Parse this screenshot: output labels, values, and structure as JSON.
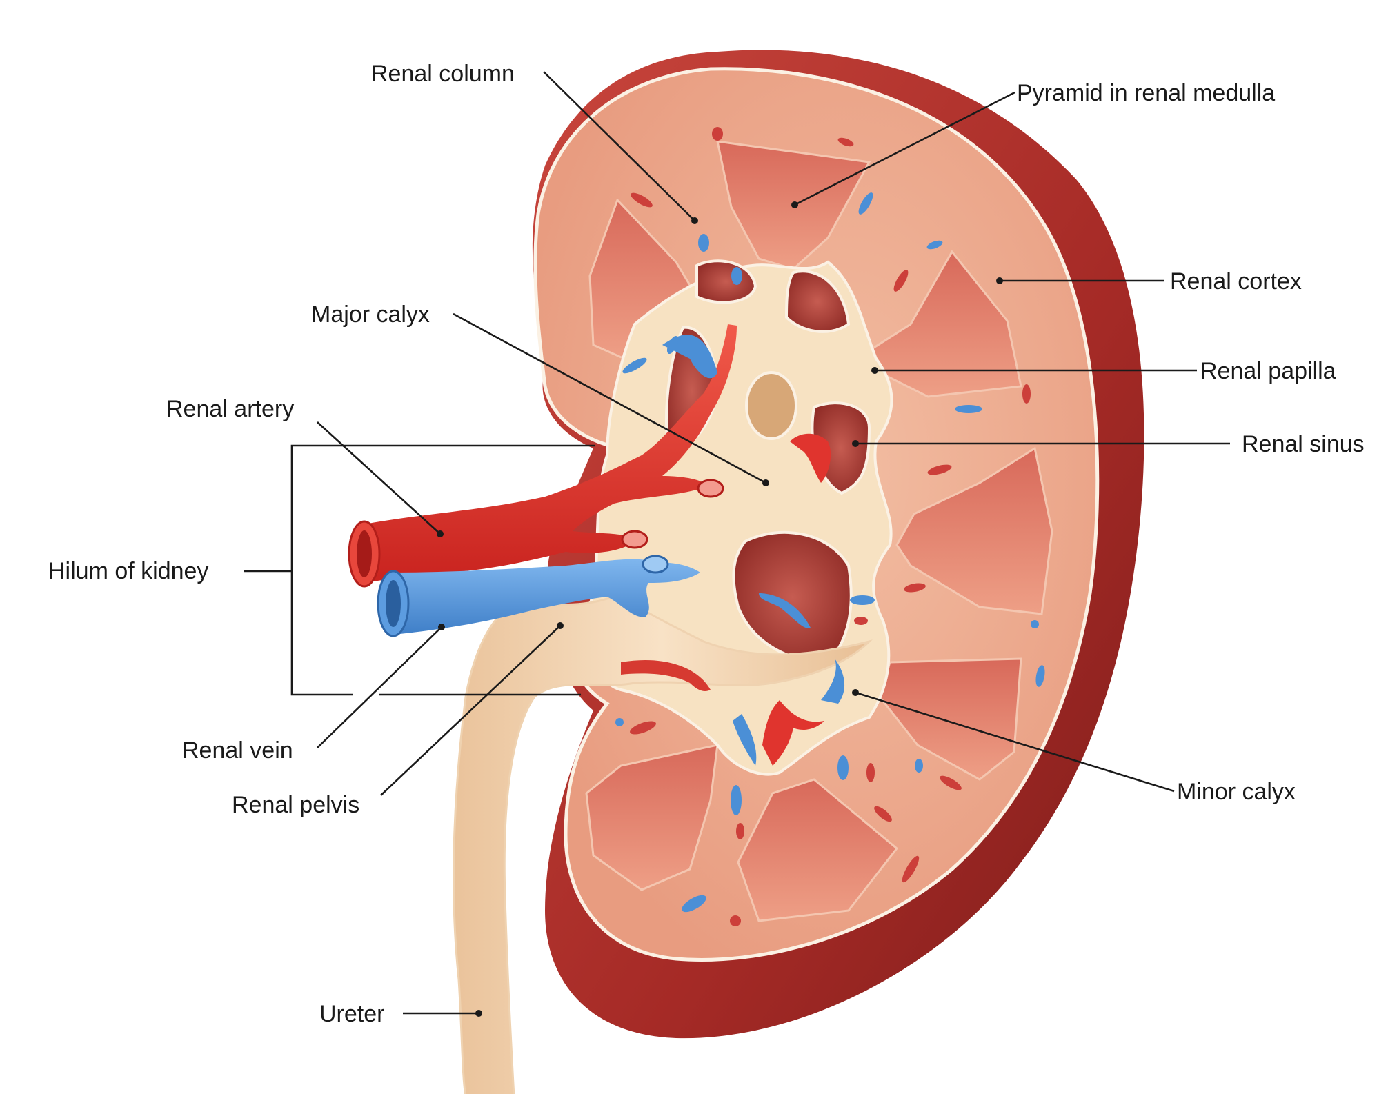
{
  "labels": {
    "renal_column": "Renal column",
    "pyramid": "Pyramid in renal medulla",
    "renal_cortex": "Renal cortex",
    "major_calyx": "Major calyx",
    "renal_papilla": "Renal papilla",
    "renal_artery": "Renal artery",
    "renal_sinus": "Renal sinus",
    "hilum": "Hilum of kidney",
    "renal_vein": "Renal vein",
    "renal_pelvis": "Renal pelvis",
    "minor_calyx": "Minor calyx",
    "ureter": "Ureter"
  },
  "colors": {
    "capsule": "#a8302b",
    "cortex": "#eba98e",
    "medulla_pyramid": "#d96f5e",
    "sinus_fat": "#f7e2c2",
    "artery": "#e0342e",
    "vein": "#4b8fd6",
    "ureter": "#f3d3ad"
  }
}
